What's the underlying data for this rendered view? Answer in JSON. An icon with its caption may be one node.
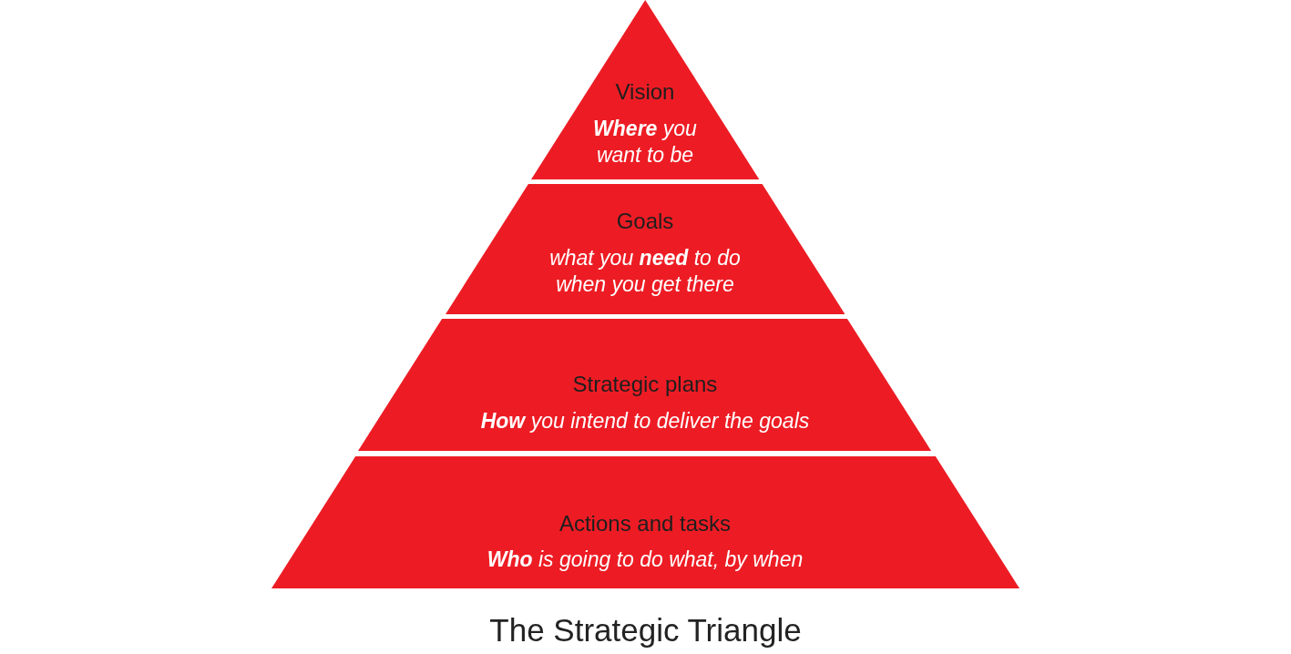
{
  "diagram": {
    "title": "The Strategic Triangle",
    "nodes": [
      {
        "text": [
          "Vision",
          "**Where** you want to be"
        ]
      },
      {
        "text": [
          "Goals",
          "what you **need** to do when you get there"
        ]
      },
      {
        "text": [
          "Strategic plans",
          "**How** you intend to deliver the goals"
        ]
      },
      {
        "text": [
          "Actions and tasks",
          "**Who** is going to do what, by when"
        ]
      }
    ]
  }
}
